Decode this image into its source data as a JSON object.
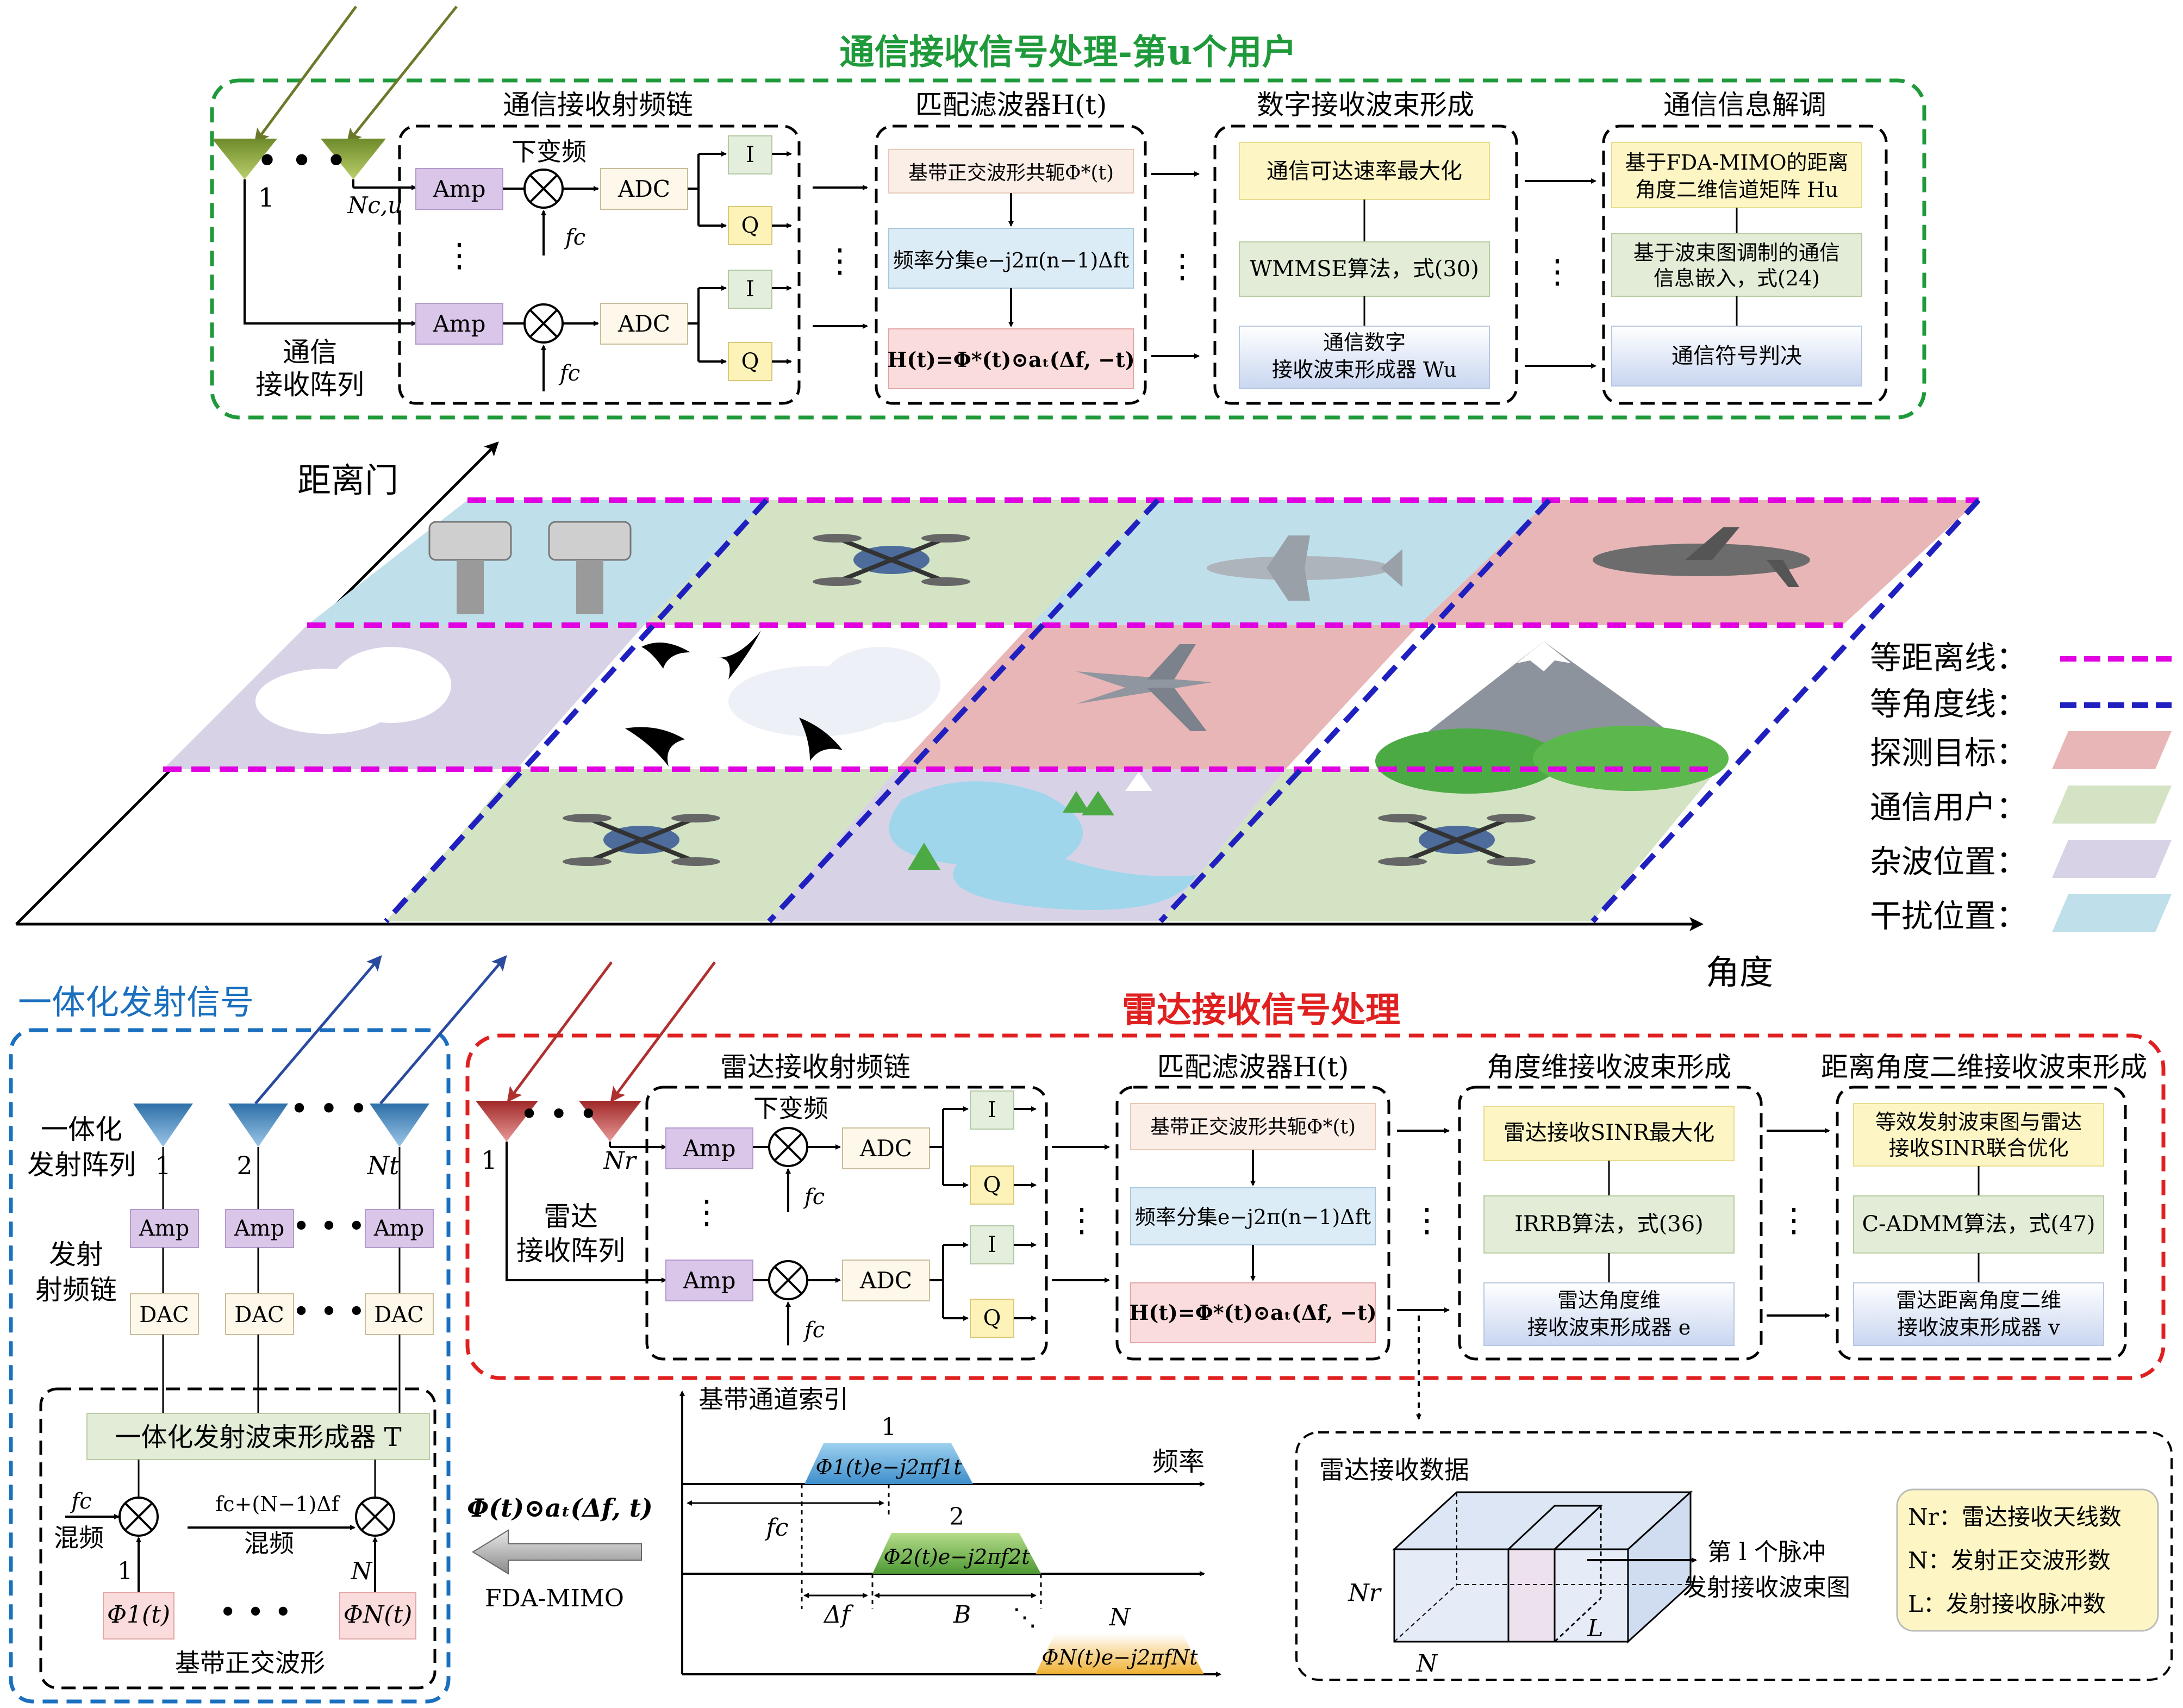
{
  "comm": {
    "title": "通信接收信号处理-第u个用户",
    "array_label": [
      "通信",
      "接收阵列"
    ],
    "rf_chain_title": "通信接收射频链",
    "mf_title": "匹配滤波器H(t)",
    "dbf_title": "数字接收波束形成",
    "demod_title": "通信信息解调",
    "ant_first": "1",
    "ant_last": "Nc,u",
    "amp": "Amp",
    "adc": "ADC",
    "downconv": "下变频",
    "fc": "fc",
    "i": "I",
    "q": "Q",
    "mf_conj": "基带正交波形共轭Φ*(t)",
    "mf_sep": "频率分集e−j2π(n−1)Δft",
    "mf_eq": "H(t)=Φ*(t)⊙aₜ(Δf, −t)",
    "dbf_1": "通信可达速率最大化",
    "dbf_2": "WMMSE算法，式(30)",
    "dbf_3a": "通信数字",
    "dbf_3b": "接收波束形成器 Wu",
    "dem_1a": "基于FDA-MIMO的距离",
    "dem_1b": "角度二维信道矩阵 Hu",
    "dem_2a": "基于波束图调制的通信",
    "dem_2b": "信息嵌入，式(24)",
    "dem_3": "通信符号判决"
  },
  "scene": {
    "range_axis": "距离门",
    "angle_axis": "角度",
    "legend": [
      "等距离线：",
      "等角度线：",
      "探测目标：",
      "通信用户：",
      "杂波位置：",
      "干扰位置："
    ],
    "colors": {
      "target": "#e8b6b6",
      "user": "#d3e3c3",
      "clutter": "#d8d2e6",
      "jamming": "#bfe0ea",
      "range_line": "#e000e0",
      "angle_line": "#2020c0"
    }
  },
  "tx": {
    "title": "一体化发射信号",
    "array_label": [
      "一体化",
      "发射阵列"
    ],
    "rf_label": [
      "发射",
      "射频链"
    ],
    "ant": [
      "1",
      "2",
      "Nt"
    ],
    "amp": "Amp",
    "dac": "DAC",
    "bf": "一体化发射波束形成器 T",
    "mix_label": "混频",
    "fc": "fc",
    "fc_shift": "fc+(N−1)Δf",
    "phi1": "Φ1(t)",
    "phiN": "ΦN(t)",
    "one": "1",
    "n": "N",
    "bb": "基带正交波形"
  },
  "radar": {
    "title": "雷达接收信号处理",
    "array_label": [
      "雷达",
      "接收阵列"
    ],
    "rf_chain_title": "雷达接收射频链",
    "mf_title": "匹配滤波器H(t)",
    "ang_title": "角度维接收波束形成",
    "rng_title": "距离角度二维接收波束形成",
    "ant_first": "1",
    "ant_last": "Nr",
    "ang_1": "雷达接收SINR最大化",
    "ang_2": "IRRB算法，式(36)",
    "ang_3a": "雷达角度维",
    "ang_3b": "接收波束形成器 e",
    "rng_1a": "等效发射波束图与雷达",
    "rng_1b": "接收SINR联合优化",
    "rng_2": "C-ADMM算法，式(47)",
    "rng_3a": "雷达距离角度二维",
    "rng_3b": "接收波束形成器 v"
  },
  "freq": {
    "axis_y": "基带通道索引",
    "axis_x": "频率",
    "arrow_label": "FDA-MIMO",
    "expr": "Φ(t)⊙aₜ(Δf, t)",
    "idx": [
      "1",
      "2",
      "N"
    ],
    "fc": "fc",
    "df": "Δf",
    "b": "B",
    "p1": "Φ1(t)e−j2πf1t",
    "p2": "Φ2(t)e−j2πf2t",
    "pN": "ΦN(t)e−j2πfNt"
  },
  "cube": {
    "title": "雷达接收数据",
    "nr": "Nr",
    "n": "N",
    "l": "L",
    "pulse_a": "第 l 个脉冲",
    "pulse_b": "发射接收波束图",
    "note": [
      "Nr：雷达接收天线数",
      "N：发射正交波形数",
      "L：发射接收脉冲数"
    ]
  }
}
